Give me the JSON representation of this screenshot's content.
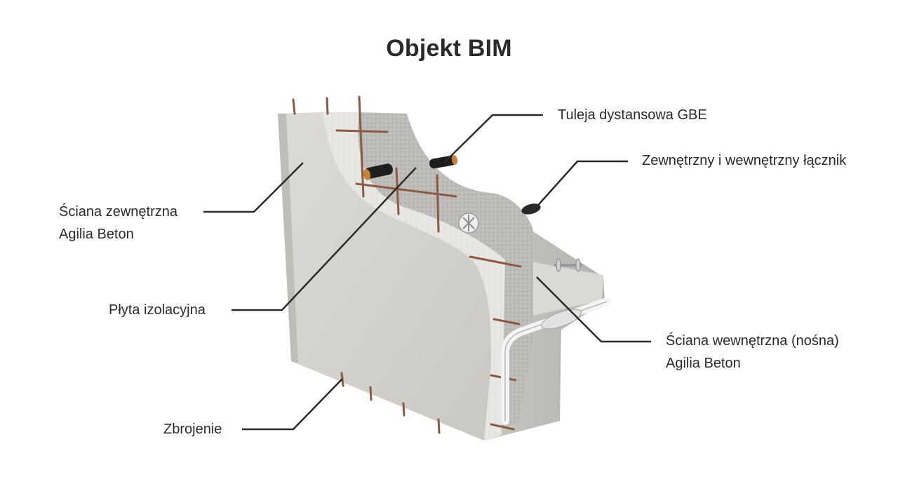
{
  "title": "Objekt BIM",
  "labels": {
    "outer_wall": [
      "Ściana zewnętrzna",
      "Agilia Beton"
    ],
    "insulation": "Płyta izolacyjna",
    "rebar": "Zbrojenie",
    "spacer": "Tuleja dystansowa GBE",
    "connector": "Zewnętrzny i wewnętrzny łącznik",
    "inner_wall": [
      "Ściana wewnętrzna (nośna)",
      "Agilia Beton"
    ]
  },
  "colors": {
    "concrete": "#d2d1cc",
    "insulation": "#e6e5e1",
    "rebar": "#8a5a44",
    "leader": "#2b2b2b"
  }
}
